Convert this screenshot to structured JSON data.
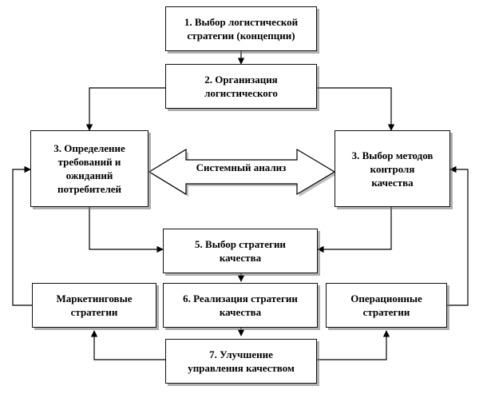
{
  "boxes": {
    "b1": "1. Выбор логистической\nстратегии (концепции)",
    "b2": "2. Организация\nлогистического",
    "b3l": "3. Определение\nтребований и\nожиданий\nпотребителей",
    "b3r": "3. Выбор методов\nконтроля\nкачества",
    "b5": "5. Выбор стратегии\nкачества",
    "bml": "Маркетинговые\nстратегии",
    "b6": "6. Реализация стратегии\nкачества",
    "bor": "Операционные\nстратегии",
    "b7": "7. Улучшение\nуправления качеством"
  },
  "center_arrow_label": "Системный анализ"
}
